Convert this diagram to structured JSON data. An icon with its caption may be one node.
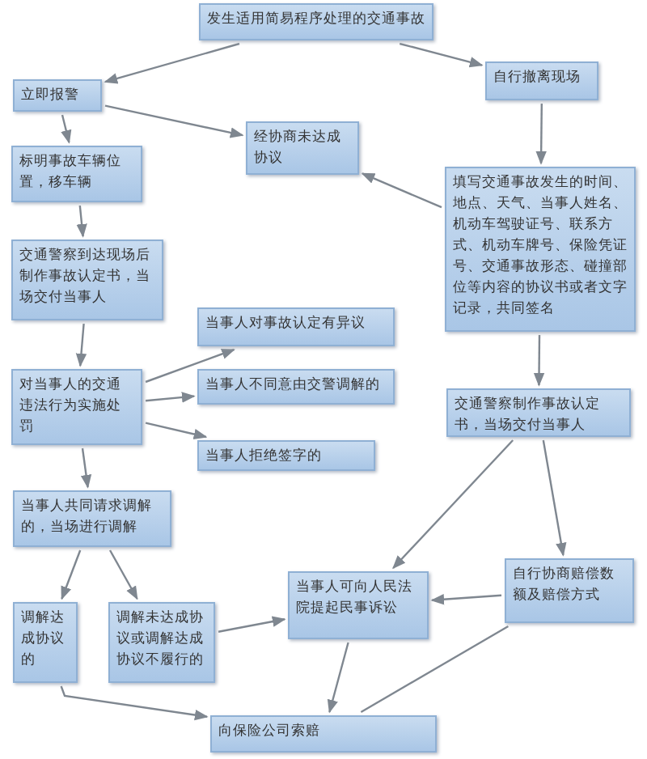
{
  "diagram": {
    "nodes": [
      {
        "text": [
          "发生适用简易程序处理的交通事故"
        ]
      },
      {
        "text": [
          "立即报警"
        ]
      },
      {
        "text": [
          "自行撤离现场"
        ]
      },
      {
        "text": [
          "经协商未达成协议"
        ]
      },
      {
        "text": [
          "标明事故车辆位置，移车辆"
        ]
      },
      {
        "text": [
          "填写交通事故发生的时间、地点、天气、当事人姓名、机动车驾驶证号、联系方式、机动车牌号、保险凭证号、交通事故形态、碰撞部位等内容的协议书或者文字记录，共同签名"
        ]
      },
      {
        "text": [
          "交通警察到达现场后制作事故认定书，当场交付当事人"
        ]
      },
      {
        "text": [
          "当事人对事故认定有异议"
        ]
      },
      {
        "text": [
          "对当事人的交通违法行为实施处罚"
        ]
      },
      {
        "text": [
          "当事人不同意由交警调解的"
        ]
      },
      {
        "text": [
          "当事人拒绝签字的"
        ]
      },
      {
        "text": [
          "交通警察制作事故认定书，当场交付当事人"
        ]
      },
      {
        "text": [
          "当事人共同请求调解的，当场进行调解"
        ]
      },
      {
        "text": [
          "调解达成协议的"
        ]
      },
      {
        "text": [
          "调解未达成协议或调解达成协议不履行的"
        ]
      },
      {
        "text": [
          "当事人可向人民法院提起民事诉讼"
        ]
      },
      {
        "text": [
          "自行协商赔偿数额及赔偿方式"
        ]
      },
      {
        "text": [
          "向保险公司索赔"
        ]
      }
    ],
    "edges": [
      {
        "from": 0,
        "to": 1,
        "arrow": "to"
      },
      {
        "from": 0,
        "to": 2,
        "arrow": "to"
      },
      {
        "from": 1,
        "to": 3,
        "arrow": "to"
      },
      {
        "from": 1,
        "to": 4,
        "arrow": "to"
      },
      {
        "from": 2,
        "to": 5,
        "arrow": "to"
      },
      {
        "from": 5,
        "to": 3,
        "arrow": "to"
      },
      {
        "from": 4,
        "to": 6,
        "arrow": "to"
      },
      {
        "from": 6,
        "to": 8,
        "arrow": "to"
      },
      {
        "from": 8,
        "to": 7,
        "arrow": "to"
      },
      {
        "from": 8,
        "to": 9,
        "arrow": "to"
      },
      {
        "from": 8,
        "to": 10,
        "arrow": "to"
      },
      {
        "from": 5,
        "to": 11,
        "arrow": "to"
      },
      {
        "from": 11,
        "to": 15,
        "arrow": "to"
      },
      {
        "from": 11,
        "to": 16,
        "arrow": "to"
      },
      {
        "from": 8,
        "to": 12,
        "arrow": "to"
      },
      {
        "from": 12,
        "to": 13,
        "arrow": "to"
      },
      {
        "from": 12,
        "to": 14,
        "arrow": "to"
      },
      {
        "from": 14,
        "to": 15,
        "arrow": "to"
      },
      {
        "from": 16,
        "to": 15,
        "arrow": "to"
      },
      {
        "from": 15,
        "to": 17,
        "arrow": "to"
      },
      {
        "from": 13,
        "to": 17,
        "arrow": "to"
      },
      {
        "from": 16,
        "to": 17,
        "arrow": "none"
      }
    ]
  }
}
